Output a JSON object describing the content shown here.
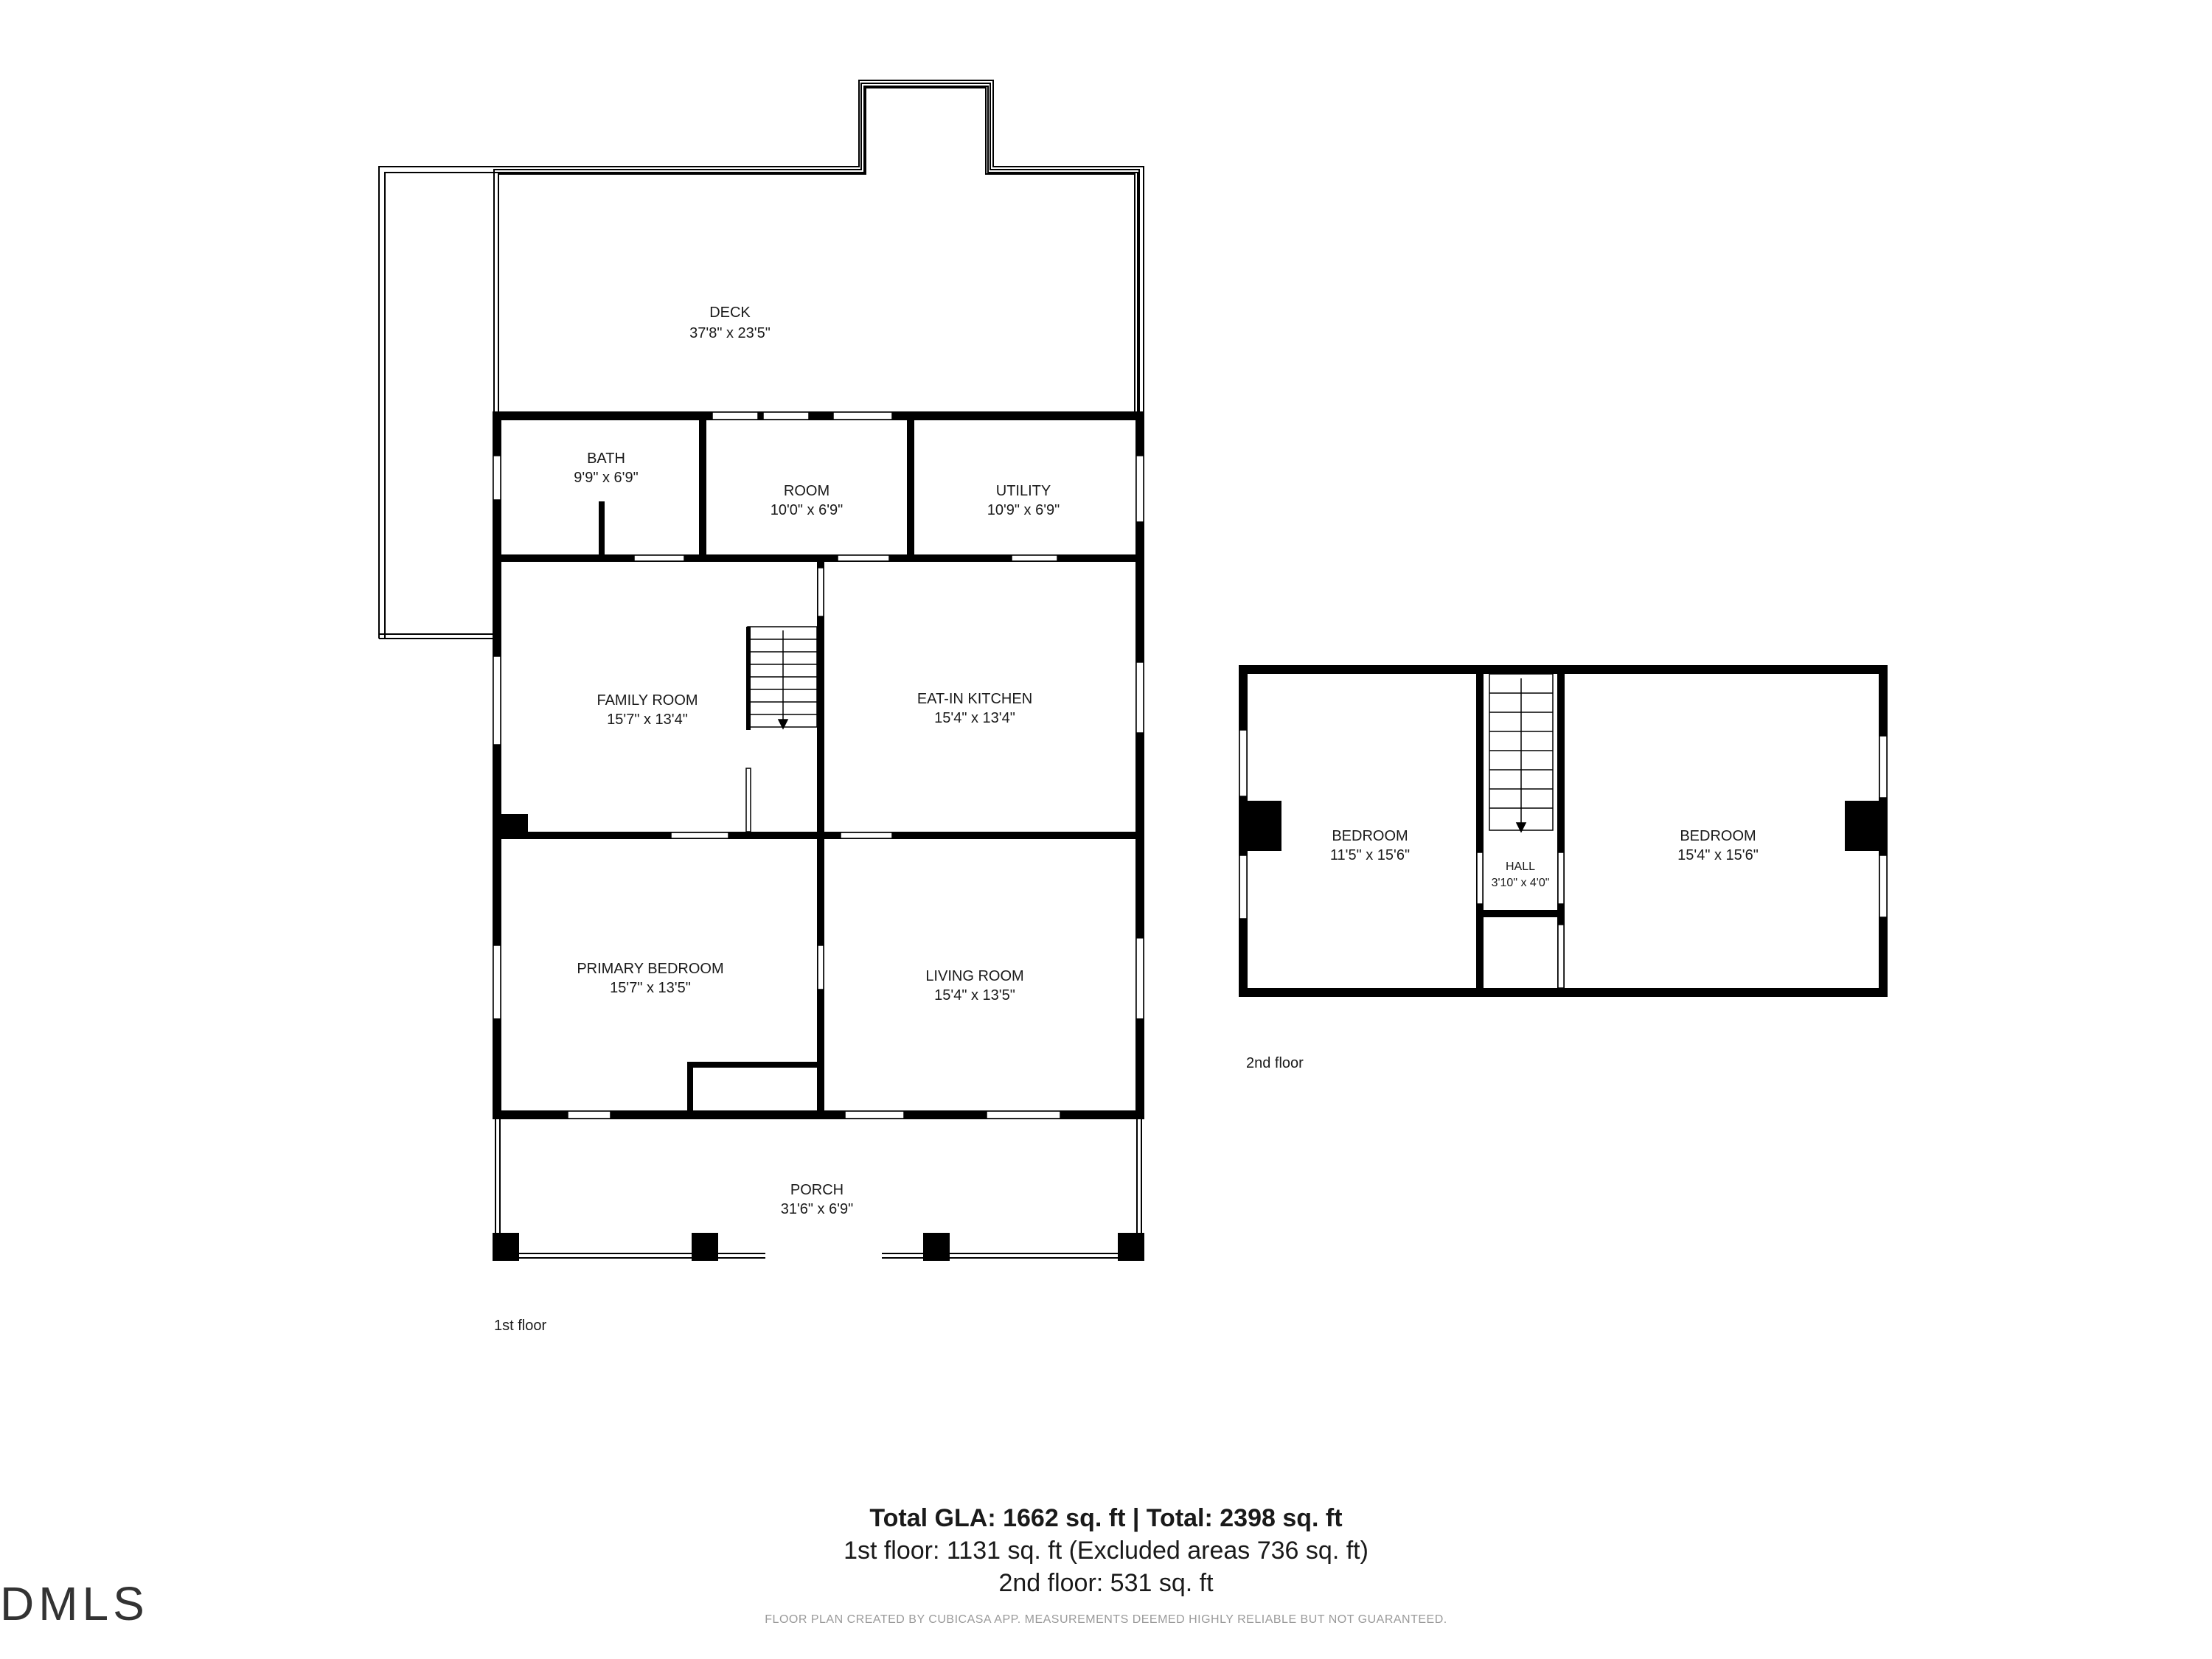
{
  "rooms": {
    "deck": {
      "name": "DECK",
      "dims": "37'8\" x 23'5\""
    },
    "bath": {
      "name": "BATH",
      "dims": "9'9\" x 6'9\""
    },
    "room": {
      "name": "ROOM",
      "dims": "10'0\" x 6'9\""
    },
    "utility": {
      "name": "UTILITY",
      "dims": "10'9\" x 6'9\""
    },
    "family_room": {
      "name": "FAMILY ROOM",
      "dims": "15'7\" x 13'4\""
    },
    "eat_in_kitchen": {
      "name": "EAT-IN KITCHEN",
      "dims": "15'4\" x 13'4\""
    },
    "primary_bedroom": {
      "name": "PRIMARY BEDROOM",
      "dims": "15'7\" x 13'5\""
    },
    "living_room": {
      "name": "LIVING ROOM",
      "dims": "15'4\" x 13'5\""
    },
    "porch": {
      "name": "PORCH",
      "dims": "31'6\" x 6'9\""
    },
    "bedroom_left": {
      "name": "BEDROOM",
      "dims": "11'5\" x 15'6\""
    },
    "hall": {
      "name": "HALL",
      "dims": "3'10\" x 4'0\""
    },
    "bedroom_right": {
      "name": "BEDROOM",
      "dims": "15'4\" x 15'6\""
    }
  },
  "floors": {
    "first": "1st floor",
    "second": "2nd floor"
  },
  "summary": {
    "title": "Total GLA: 1662 sq. ft | Total: 2398 sq. ft",
    "first_floor": "1st floor: 1131 sq. ft (Excluded areas 736 sq. ft)",
    "second_floor": "2nd floor: 531 sq. ft",
    "disclaimer": "FLOOR PLAN CREATED BY CUBICASA APP. MEASUREMENTS DEEMED HIGHLY RELIABLE BUT NOT GUARANTEED."
  },
  "logo": "DMLS",
  "colors": {
    "wall": "#000000",
    "background": "#ffffff",
    "text": "#1a1a1a"
  }
}
